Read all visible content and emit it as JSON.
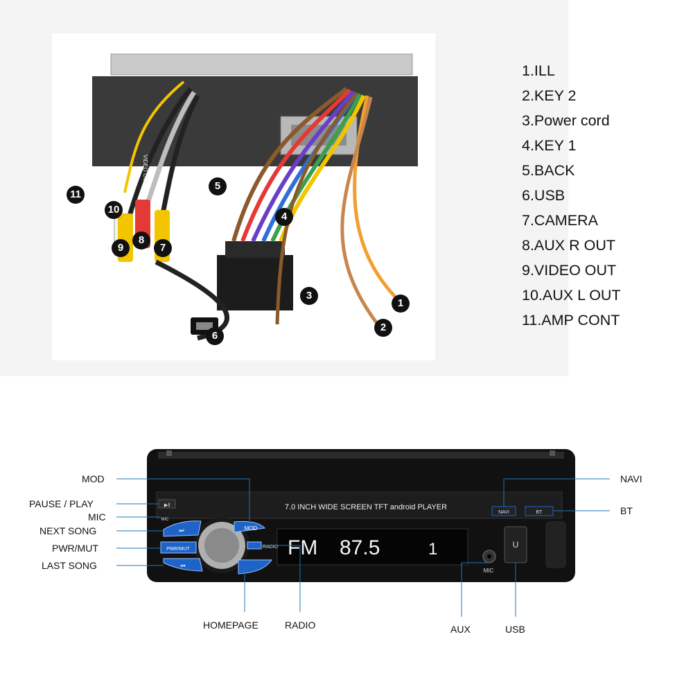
{
  "wiring_legend": [
    "1.ILL",
    "2.KEY 2",
    "3.Power cord",
    "4.KEY 1",
    "5.BACK",
    "6.USB",
    "7.CAMERA",
    "8.AUX R OUT",
    "9.VIDEO OUT",
    "10.AUX L OUT",
    "11.AMP CONT"
  ],
  "wire_badges": [
    "1",
    "2",
    "3",
    "4",
    "5",
    "6",
    "7",
    "8",
    "9",
    "10",
    "11"
  ],
  "tags": {
    "video_out": "VIDEO OUT"
  },
  "faceplate": {
    "banner": "7.0 INCH WIDE SCREEN TFT android PLAYER",
    "display_band": "FM",
    "display_freq": "87.5",
    "display_channel": "1",
    "btn_mod": "MOD",
    "btn_next": "⏭",
    "btn_pwr": "PWR/MUT",
    "btn_prev": "⏮",
    "btn_play": "▶‖",
    "btn_navi": "NAVI",
    "btn_bt": "BT",
    "btn_radio": "RADIO",
    "mic_small": "MIC",
    "mic_jack": "MIC",
    "usb_port": "U"
  },
  "callouts": {
    "mod": "MOD",
    "pause_play": "PAUSE / PLAY",
    "mic": "MIC",
    "next_song": "NEXT SONG",
    "pwr_mut": "PWR/MUT",
    "last_song": "LAST SONG",
    "homepage": "HOMEPAGE",
    "radio": "RADIO",
    "aux": "AUX",
    "usb": "USB",
    "navi": "NAVI",
    "bt": "BT"
  },
  "colors": {
    "button_blue": "#1e63c8",
    "leader_line": "#1f78b4",
    "wire_yellow": "#f2c500",
    "wire_red": "#e53935",
    "wire_orange": "#f0a030",
    "wire_brown": "#8b5a2b",
    "wire_purple": "#6a3fc8",
    "wire_blue": "#2f6fd6",
    "wire_green": "#3aa04a"
  }
}
